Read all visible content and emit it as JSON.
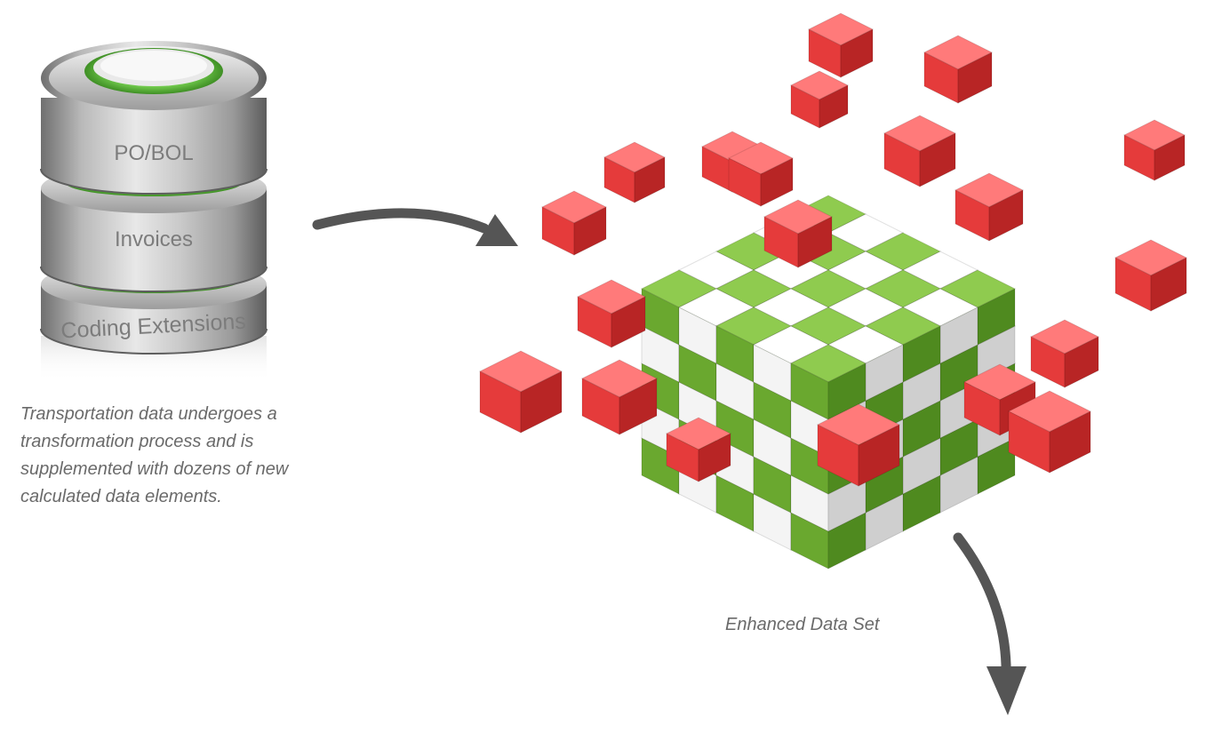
{
  "database": {
    "layers": [
      "PO/BOL",
      "Invoices",
      "Coding Extensions"
    ],
    "band_color": "#7ed957"
  },
  "captions": {
    "transform": "Transportation data undergoes a transformation process and is supplemented with dozens of new calculated data elements.",
    "enhanced": "Enhanced Data Set"
  },
  "colors": {
    "arrow": "#555555",
    "cube_green": "#6aa82f",
    "cube_red": "#e53b3b",
    "cube_white": "#f4f4f4"
  }
}
